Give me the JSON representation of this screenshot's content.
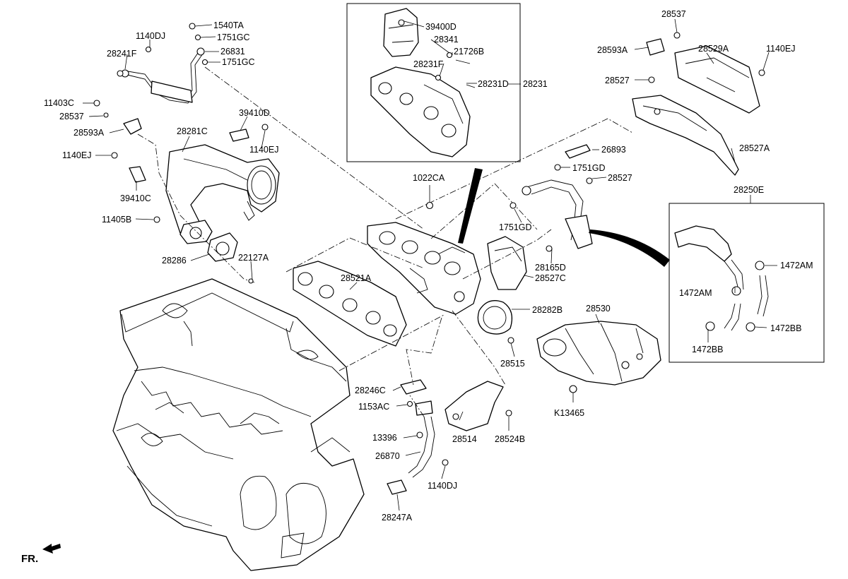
{
  "direction_label": "FR.",
  "labels": {
    "p1540TA": "1540TA",
    "p1751GC_a": "1751GC",
    "p1140DJ_a": "1140DJ",
    "p28241F": "28241F",
    "p26831": "26831",
    "p1751GC_b": "1751GC",
    "p11403C": "11403C",
    "p28537_a": "28537",
    "p28593A_a": "28593A",
    "p39410D": "39410D",
    "p28281C": "28281C",
    "p1140EJ_a": "1140EJ",
    "p1140EJ_b": "1140EJ",
    "p39410C": "39410C",
    "p11405B": "11405B",
    "p28286": "28286",
    "p22127A": "22127A",
    "p28521A": "28521A",
    "p39400D": "39400D",
    "p28341": "28341",
    "p21726B": "21726B",
    "p28231F": "28231F",
    "p28231D": "28231D",
    "p28231": "28231",
    "p1022CA": "1022CA",
    "p28537_b": "28537",
    "p28593A_b": "28593A",
    "p28529A": "28529A",
    "p1140EJ_c": "1140EJ",
    "p28527_a": "28527",
    "p28527A": "28527A",
    "p26893": "26893",
    "p1751GD_a": "1751GD",
    "p28527_b": "28527",
    "p1751GD_b": "1751GD",
    "p28165D": "28165D",
    "p28527C": "28527C",
    "p28282B": "28282B",
    "p28530": "28530",
    "p28515": "28515",
    "pK13465": "K13465",
    "p28246C": "28246C",
    "p1153AC": "1153AC",
    "p13396": "13396",
    "p26870": "26870",
    "p1140DJ_b": "1140DJ",
    "p28247A": "28247A",
    "p28514": "28514",
    "p28524B": "28524B",
    "p28250E": "28250E",
    "p1472AM_a": "1472AM",
    "p1472AM_b": "1472AM",
    "p1472BB_a": "1472BB",
    "p1472BB_b": "1472BB"
  }
}
